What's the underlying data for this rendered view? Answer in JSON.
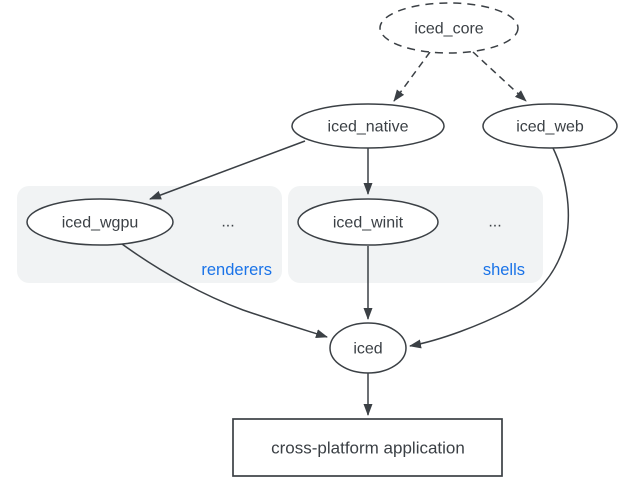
{
  "diagram": {
    "nodes": {
      "core": {
        "label": "iced_core"
      },
      "native": {
        "label": "iced_native"
      },
      "web": {
        "label": "iced_web"
      },
      "wgpu": {
        "label": "iced_wgpu"
      },
      "winit": {
        "label": "iced_winit"
      },
      "iced": {
        "label": "iced"
      },
      "app": {
        "label": "cross-platform application"
      }
    },
    "groups": {
      "renderers": {
        "label": "renderers",
        "ellipsis": "..."
      },
      "shells": {
        "label": "shells",
        "ellipsis": "..."
      }
    },
    "edges": [
      {
        "from": "iced_core",
        "to": "iced_native",
        "style": "dashed"
      },
      {
        "from": "iced_core",
        "to": "iced_web",
        "style": "dashed"
      },
      {
        "from": "iced_native",
        "to": "iced_wgpu",
        "style": "solid"
      },
      {
        "from": "iced_native",
        "to": "iced_winit",
        "style": "solid"
      },
      {
        "from": "iced_wgpu",
        "to": "iced",
        "style": "solid"
      },
      {
        "from": "iced_winit",
        "to": "iced",
        "style": "solid"
      },
      {
        "from": "iced_web",
        "to": "iced",
        "style": "solid"
      },
      {
        "from": "iced",
        "to": "cross-platform application",
        "style": "solid"
      }
    ]
  },
  "colors": {
    "stroke": "#3b4045",
    "text": "#3b4045",
    "group_label": "#1a73e8",
    "group_fill": "#f1f3f4",
    "node_fill": "#ffffff",
    "canvas": "#ffffff"
  }
}
